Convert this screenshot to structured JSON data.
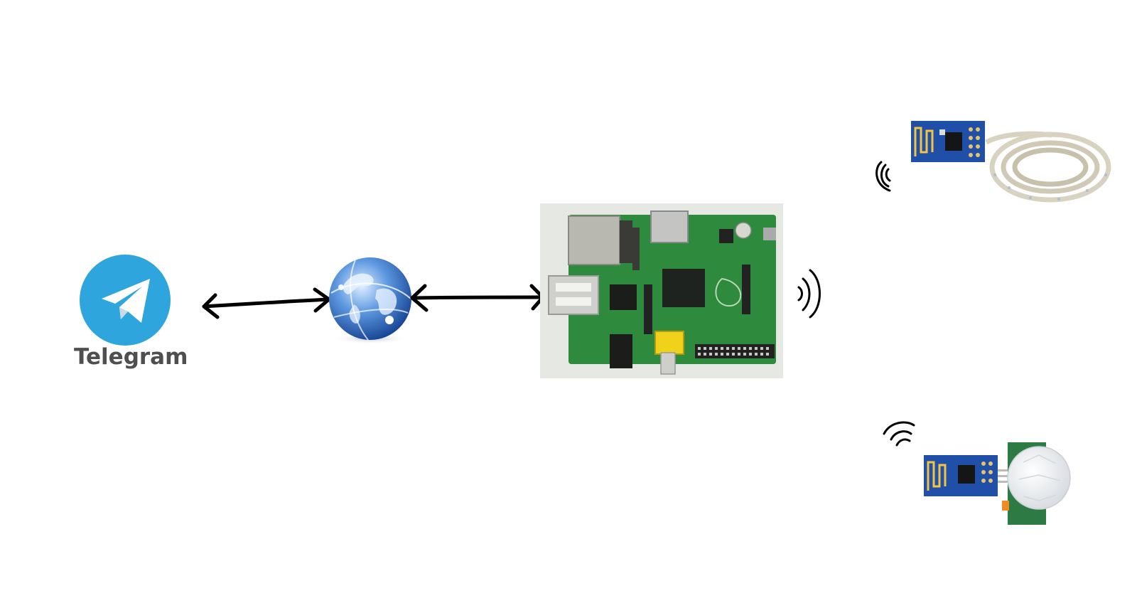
{
  "telegram": {
    "label": "Telegram",
    "icon": "telegram-paper-plane-icon",
    "color": "#2ea5dd"
  },
  "globe": {
    "icon": "globe-internet-icon",
    "color": "#3a74c8"
  },
  "raspberry_pi": {
    "icon": "raspberry-pi-board-icon",
    "color": "#2e8a3c"
  },
  "esp_led": {
    "icon": "esp8266-module-icon",
    "peripheral": "led-strip-icon",
    "color": "#1f4fa6"
  },
  "esp_pir": {
    "icon": "esp8266-module-icon",
    "peripheral": "pir-sensor-icon",
    "color": "#1f4fa6"
  },
  "edges": [
    {
      "from": "telegram",
      "to": "globe",
      "kind": "bidirectional-arrow"
    },
    {
      "from": "globe",
      "to": "raspberry_pi",
      "kind": "bidirectional-arrow"
    }
  ]
}
